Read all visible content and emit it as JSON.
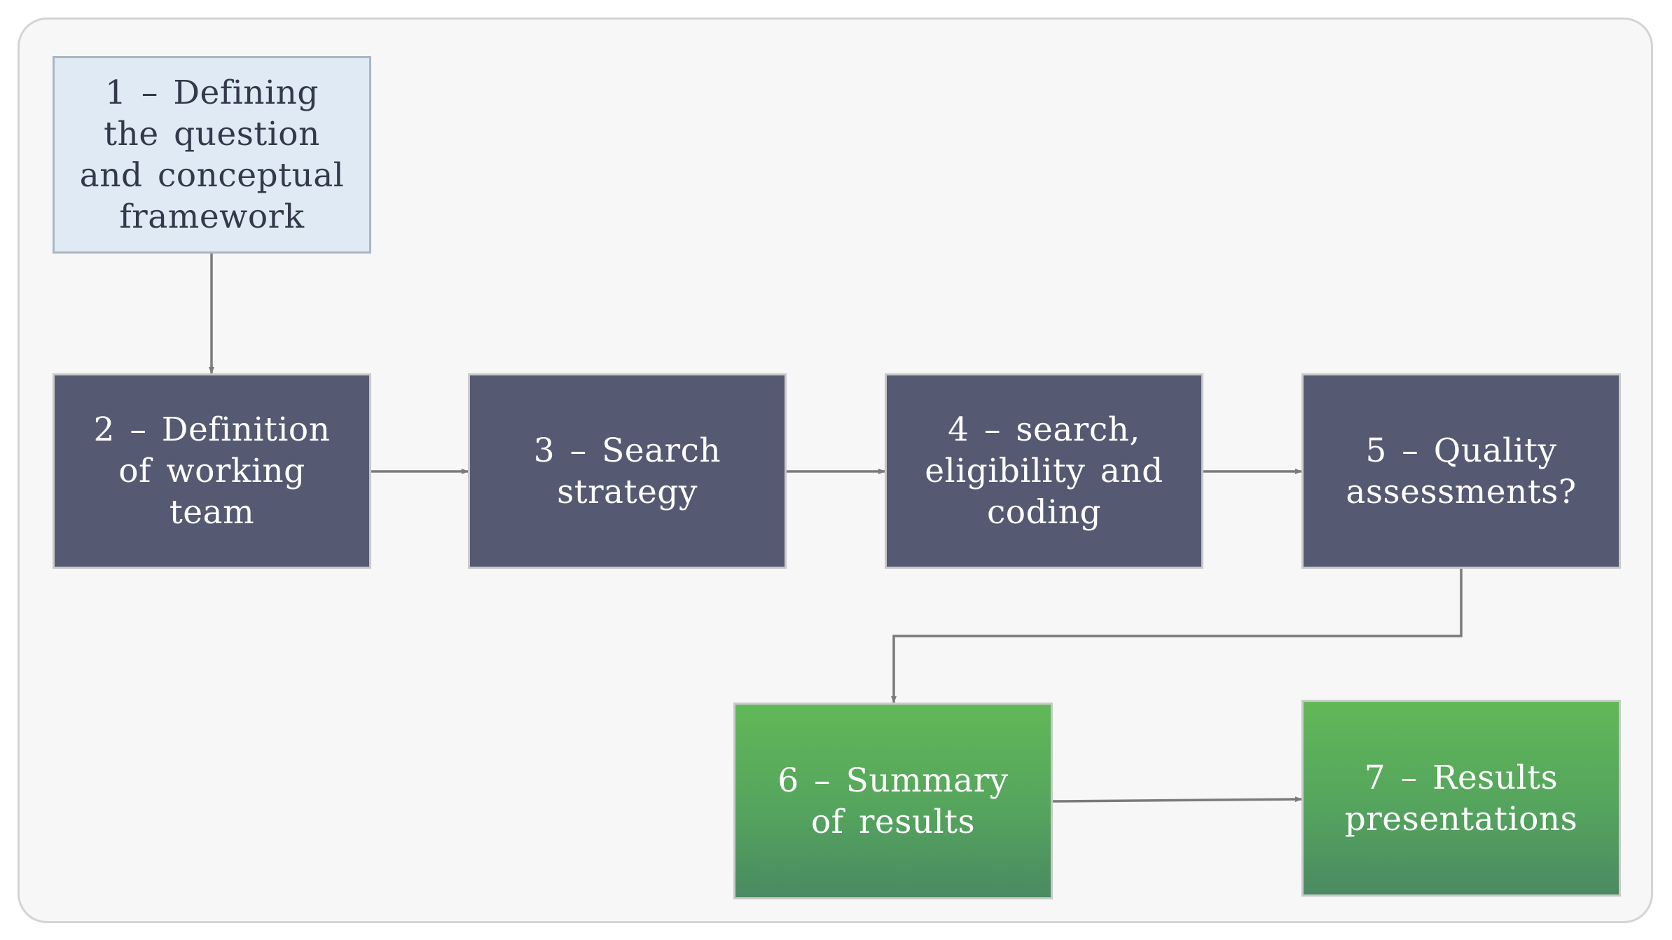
{
  "diagram": {
    "steps": [
      {
        "id": "step-1",
        "label": "1 – Defining the question and conceptual framework",
        "style": "light"
      },
      {
        "id": "step-2",
        "label": "2 – Definition of working team",
        "style": "dark"
      },
      {
        "id": "step-3",
        "label": "3 – Search strategy",
        "style": "dark"
      },
      {
        "id": "step-4",
        "label": "4 – search, eligibility and coding",
        "style": "dark"
      },
      {
        "id": "step-5",
        "label": "5 – Quality assessments?",
        "style": "dark"
      },
      {
        "id": "step-6",
        "label": "6 – Summary of results",
        "style": "green"
      },
      {
        "id": "step-7",
        "label": "7 – Results presentations",
        "style": "green"
      }
    ],
    "flow": [
      {
        "from": "step-1",
        "to": "step-2"
      },
      {
        "from": "step-2",
        "to": "step-3"
      },
      {
        "from": "step-3",
        "to": "step-4"
      },
      {
        "from": "step-4",
        "to": "step-5"
      },
      {
        "from": "step-5",
        "to": "step-6"
      },
      {
        "from": "step-6",
        "to": "step-7"
      }
    ],
    "colors": {
      "light_fill": "#dfeaf5",
      "dark_fill": "#555a72",
      "green_fill_top": "#61b857",
      "green_fill_bottom": "#4a8a62",
      "connector": "#7a7a7a",
      "panel_background": "#f7f7f7"
    }
  }
}
